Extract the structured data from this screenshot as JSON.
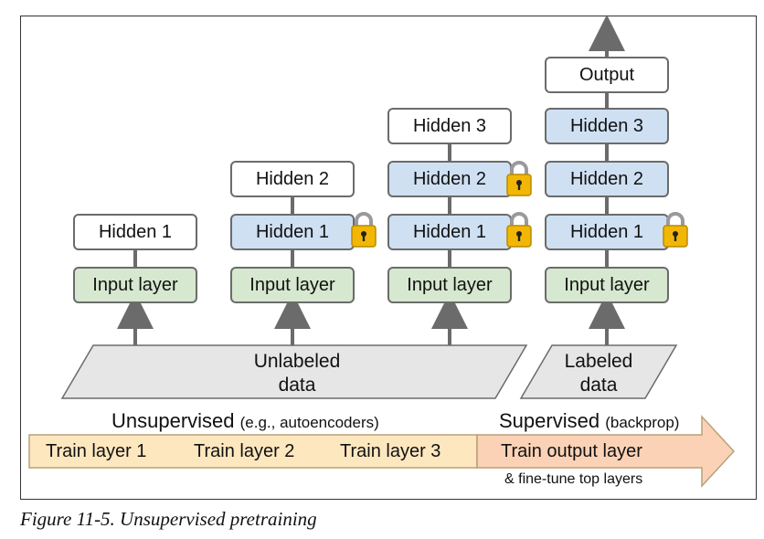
{
  "layers": {
    "input": "Input layer",
    "hidden1": "Hidden 1",
    "hidden2": "Hidden 2",
    "hidden3": "Hidden 3",
    "output": "Output"
  },
  "data": {
    "unlabeled_line1": "Unlabeled",
    "unlabeled_line2": "data",
    "labeled_line1": "Labeled",
    "labeled_line2": "data"
  },
  "phases": {
    "unsupervised": "Unsupervised",
    "unsupervised_note": "(e.g., autoencoders)",
    "supervised": "Supervised",
    "supervised_note": "(backprop)"
  },
  "steps": {
    "train1": "Train layer 1",
    "train2": "Train layer 2",
    "train3": "Train layer 3",
    "train_output": "Train output layer",
    "finetune": "& fine-tune top layers"
  },
  "colors": {
    "frozen_layer": "#cfe0f3",
    "input_layer": "#d6e8cf",
    "unsupervised_band": "#fde7bf",
    "supervised_band": "#fbd2b6"
  },
  "caption": "Figure 11-5. Unsupervised pretraining"
}
